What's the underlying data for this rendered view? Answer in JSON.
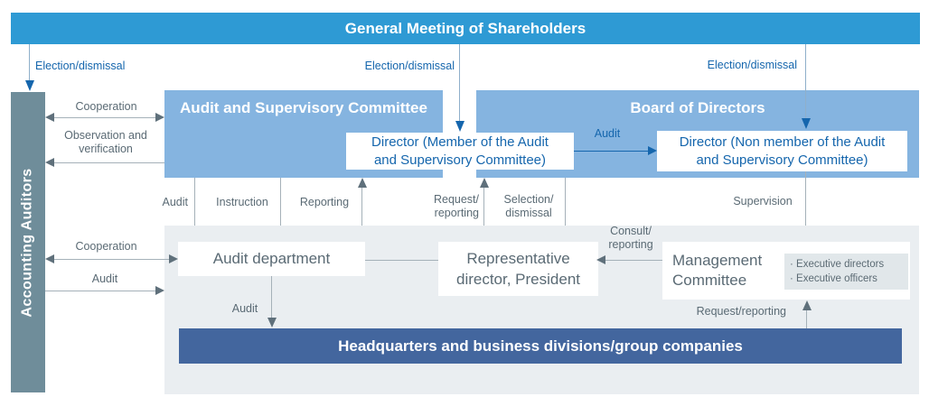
{
  "colors": {
    "banner_blue": "#2e9ad4",
    "light_blue_box": "#85b4e0",
    "slate_bar": "#6f8d9a",
    "dark_banner_blue": "#43669e",
    "gray_area": "#eaeef1",
    "exec_box_gray": "#e1e7ea",
    "blue_text": "#1566ad",
    "gray_text": "#5a6a74",
    "line_gray": "#a5b1b9"
  },
  "top_banner": {
    "label": "General Meeting of Shareholders"
  },
  "election_labels": {
    "left": "Election/dismissal",
    "middle": "Election/dismissal",
    "right": "Election/dismissal"
  },
  "accounting_auditors": {
    "label": "Accounting Auditors"
  },
  "committee_box": {
    "label": "Audit and Supervisory Committee"
  },
  "board_box": {
    "label": "Board of Directors"
  },
  "director_member": {
    "line1": "Director (Member of the Audit",
    "line2": "and Supervisory Committee)"
  },
  "director_nonmember": {
    "line1": "Director (Non member of the Audit",
    "line2": "and Supervisory Committee)"
  },
  "left_labels": {
    "cooperation_top": "Cooperation",
    "observation_line1": "Observation and",
    "observation_line2": "verification",
    "cooperation_bottom": "Cooperation",
    "audit": "Audit"
  },
  "mid_labels": {
    "audit_column": "Audit",
    "instruction": "Instruction",
    "reporting": "Reporting",
    "request_line1": "Request/",
    "request_line2": "reporting",
    "selection_line1": "Selection/",
    "selection_line2": "dismissal",
    "supervision": "Supervision",
    "audit_blue": "Audit"
  },
  "lower_labels": {
    "consult_line1": "Consult/",
    "consult_line2": "reporting",
    "audit_down": "Audit",
    "request_reporting": "Request/reporting"
  },
  "audit_department": {
    "label": "Audit department"
  },
  "representative": {
    "line1": "Representative",
    "line2": "director, President"
  },
  "management": {
    "line1": "Management",
    "line2": "Committee"
  },
  "executives": {
    "items": [
      "· Executive directors",
      "· Executive officers"
    ]
  },
  "hq_banner": {
    "label": "Headquarters and business divisions/group companies"
  }
}
